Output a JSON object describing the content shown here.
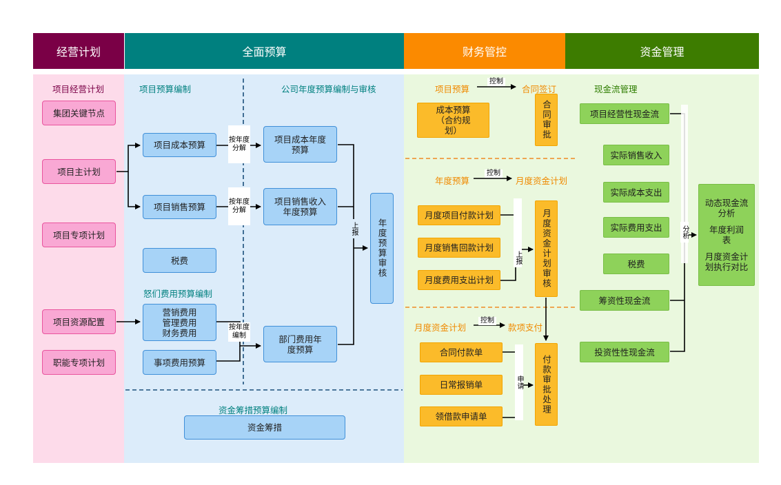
{
  "headers": [
    "经营计划",
    "全面预算",
    "财务管控",
    "资金管理"
  ],
  "colors": {
    "plan": "#7a0046",
    "budget": "#00807f",
    "finance": "#fb8a00",
    "capital": "#3d7c00"
  },
  "plan": {
    "title": "项目经营计划",
    "items": [
      "集团关键节点",
      "项目主计划",
      "项目专项计划",
      "项目资源配置",
      "职能专项计划"
    ]
  },
  "budget": {
    "sec1": "项目预算编制",
    "sec2": "公司年度预算编制与审核",
    "sec3": "怒们费用预算编制",
    "sec4": "资金筹措预算编制",
    "cost": "项目成本预算",
    "sales": "项目销售预算",
    "tax": "税费",
    "fee_lines": [
      "营销费用",
      "管理费用",
      "财务费用"
    ],
    "special": "事项费用预算",
    "split1": "按年度分解",
    "split2": "按年度分解",
    "compile": "按年度编制",
    "annual_cost": "项目成本年度预算",
    "annual_sales": "项目销售收入年度预算",
    "dept": "部门费用年度预算",
    "report": "上报",
    "review": "年度预算审核",
    "funding": "资金筹措"
  },
  "finance": {
    "proj_budget": "项目预算",
    "control1": "控制",
    "contract": "合同签订",
    "cost_budget": "成本预算（合约规划）",
    "contract_approve": "合同审批",
    "annual_budget": "年度预算",
    "control2": "控制",
    "monthly_plan": "月度资金计划",
    "m_pay": "月度项目付款计划",
    "m_sales": "月度销售回款计划",
    "m_fee": "月度费用支出计划",
    "report": "上报",
    "plan_review": "月度资金计划审核",
    "monthly_plan2": "月度资金计划",
    "control3": "控制",
    "payment": "款项支付",
    "contract_pay": "合同付款单",
    "daily": "日常报销单",
    "loan": "领借款申请单",
    "apply": "申请",
    "pay_process": "付款审批处理"
  },
  "capital": {
    "title": "现金流管理",
    "operating": "项目经营性现金流",
    "actual_sales": "实际销售收入",
    "actual_cost": "实际成本支出",
    "actual_fee": "实际费用支出",
    "tax": "税费",
    "financing": "筹资性现金流",
    "investing": "投资性性现金流",
    "analysis": "分析",
    "result_lines": [
      "动态现金流分析",
      "年度利润表",
      "月度资金计划执行对比"
    ]
  }
}
